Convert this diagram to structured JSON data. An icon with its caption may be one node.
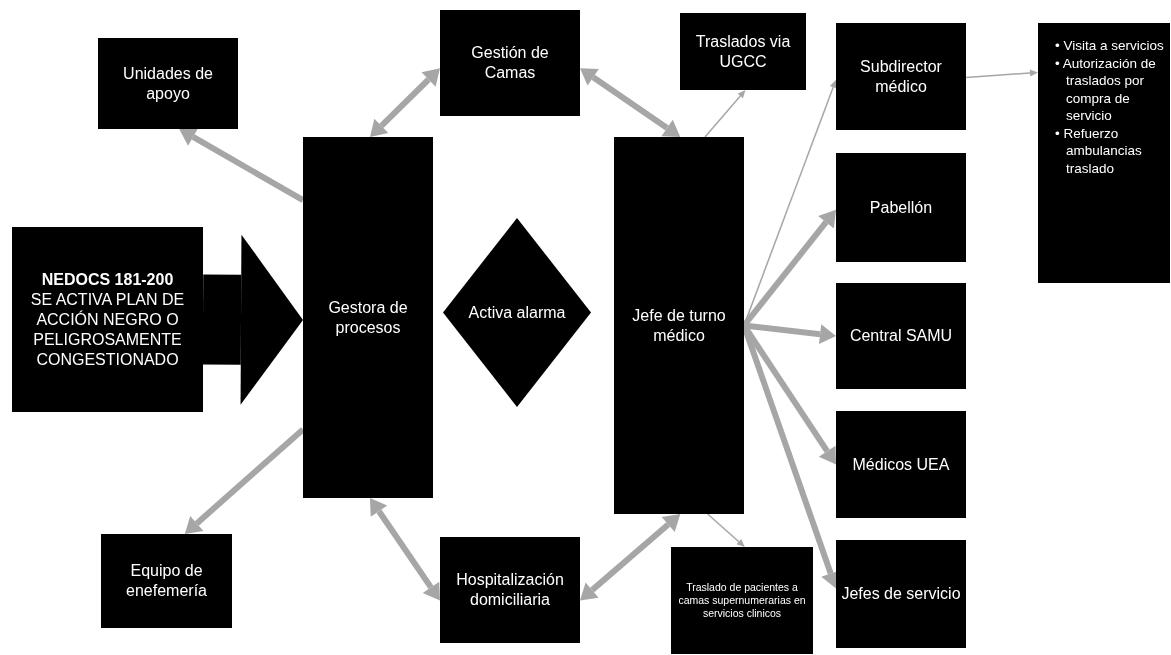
{
  "diagram": {
    "nodes": [
      {
        "text": [
          "NEDOCS 181-200",
          "SE ACTIVA PLAN DE ACCIÓN NEGRO O PELIGROSAMENTE CONGESTIONADO"
        ]
      },
      {
        "text": [
          "Unidades de apoyo"
        ]
      },
      {
        "text": [
          "Gestión de Camas"
        ]
      },
      {
        "text": [
          "Traslados via UGCC"
        ]
      },
      {
        "text": [
          "Subdirector médico"
        ]
      },
      {
        "text": [
          "• Visita a servicios",
          "• Autorización de traslados por compra de servicio",
          "• Refuerzo ambulancias traslado"
        ]
      },
      {
        "text": [
          "Gestora de procesos"
        ]
      },
      {
        "text": [
          "Activa alarma"
        ]
      },
      {
        "text": [
          "Jefe de turno médico"
        ]
      },
      {
        "text": [
          "Pabellón"
        ]
      },
      {
        "text": [
          "Central SAMU"
        ]
      },
      {
        "text": [
          "Médicos UEA"
        ]
      },
      {
        "text": [
          "Equipo de enefemería"
        ]
      },
      {
        "text": [
          "Hospitalización domiciliaria"
        ]
      },
      {
        "text": [
          "Traslado de pacientes a camas supernumerarias en servicios clinicos"
        ]
      },
      {
        "text": [
          "Jefes de servicio"
        ]
      }
    ],
    "edges": [
      {
        "from": 0,
        "to": 6,
        "arrow": "to",
        "style": "thick",
        "color": "#000000"
      },
      {
        "from": 6,
        "to": 1,
        "arrow": "to"
      },
      {
        "from": 6,
        "to": 2,
        "arrow": "both"
      },
      {
        "from": 2,
        "to": 8,
        "arrow": "both"
      },
      {
        "from": 8,
        "to": 3,
        "arrow": "to"
      },
      {
        "from": 8,
        "to": 4,
        "arrow": "to"
      },
      {
        "from": 8,
        "to": 9,
        "arrow": "to"
      },
      {
        "from": 8,
        "to": 10,
        "arrow": "to"
      },
      {
        "from": 8,
        "to": 11,
        "arrow": "to"
      },
      {
        "from": 8,
        "to": 15,
        "arrow": "to"
      },
      {
        "from": 6,
        "to": 12,
        "arrow": "to"
      },
      {
        "from": 6,
        "to": 13,
        "arrow": "both"
      },
      {
        "from": 13,
        "to": 8,
        "arrow": "both"
      },
      {
        "from": 8,
        "to": 14,
        "arrow": "to"
      },
      {
        "from": 4,
        "to": 5,
        "arrow": "to"
      }
    ]
  }
}
